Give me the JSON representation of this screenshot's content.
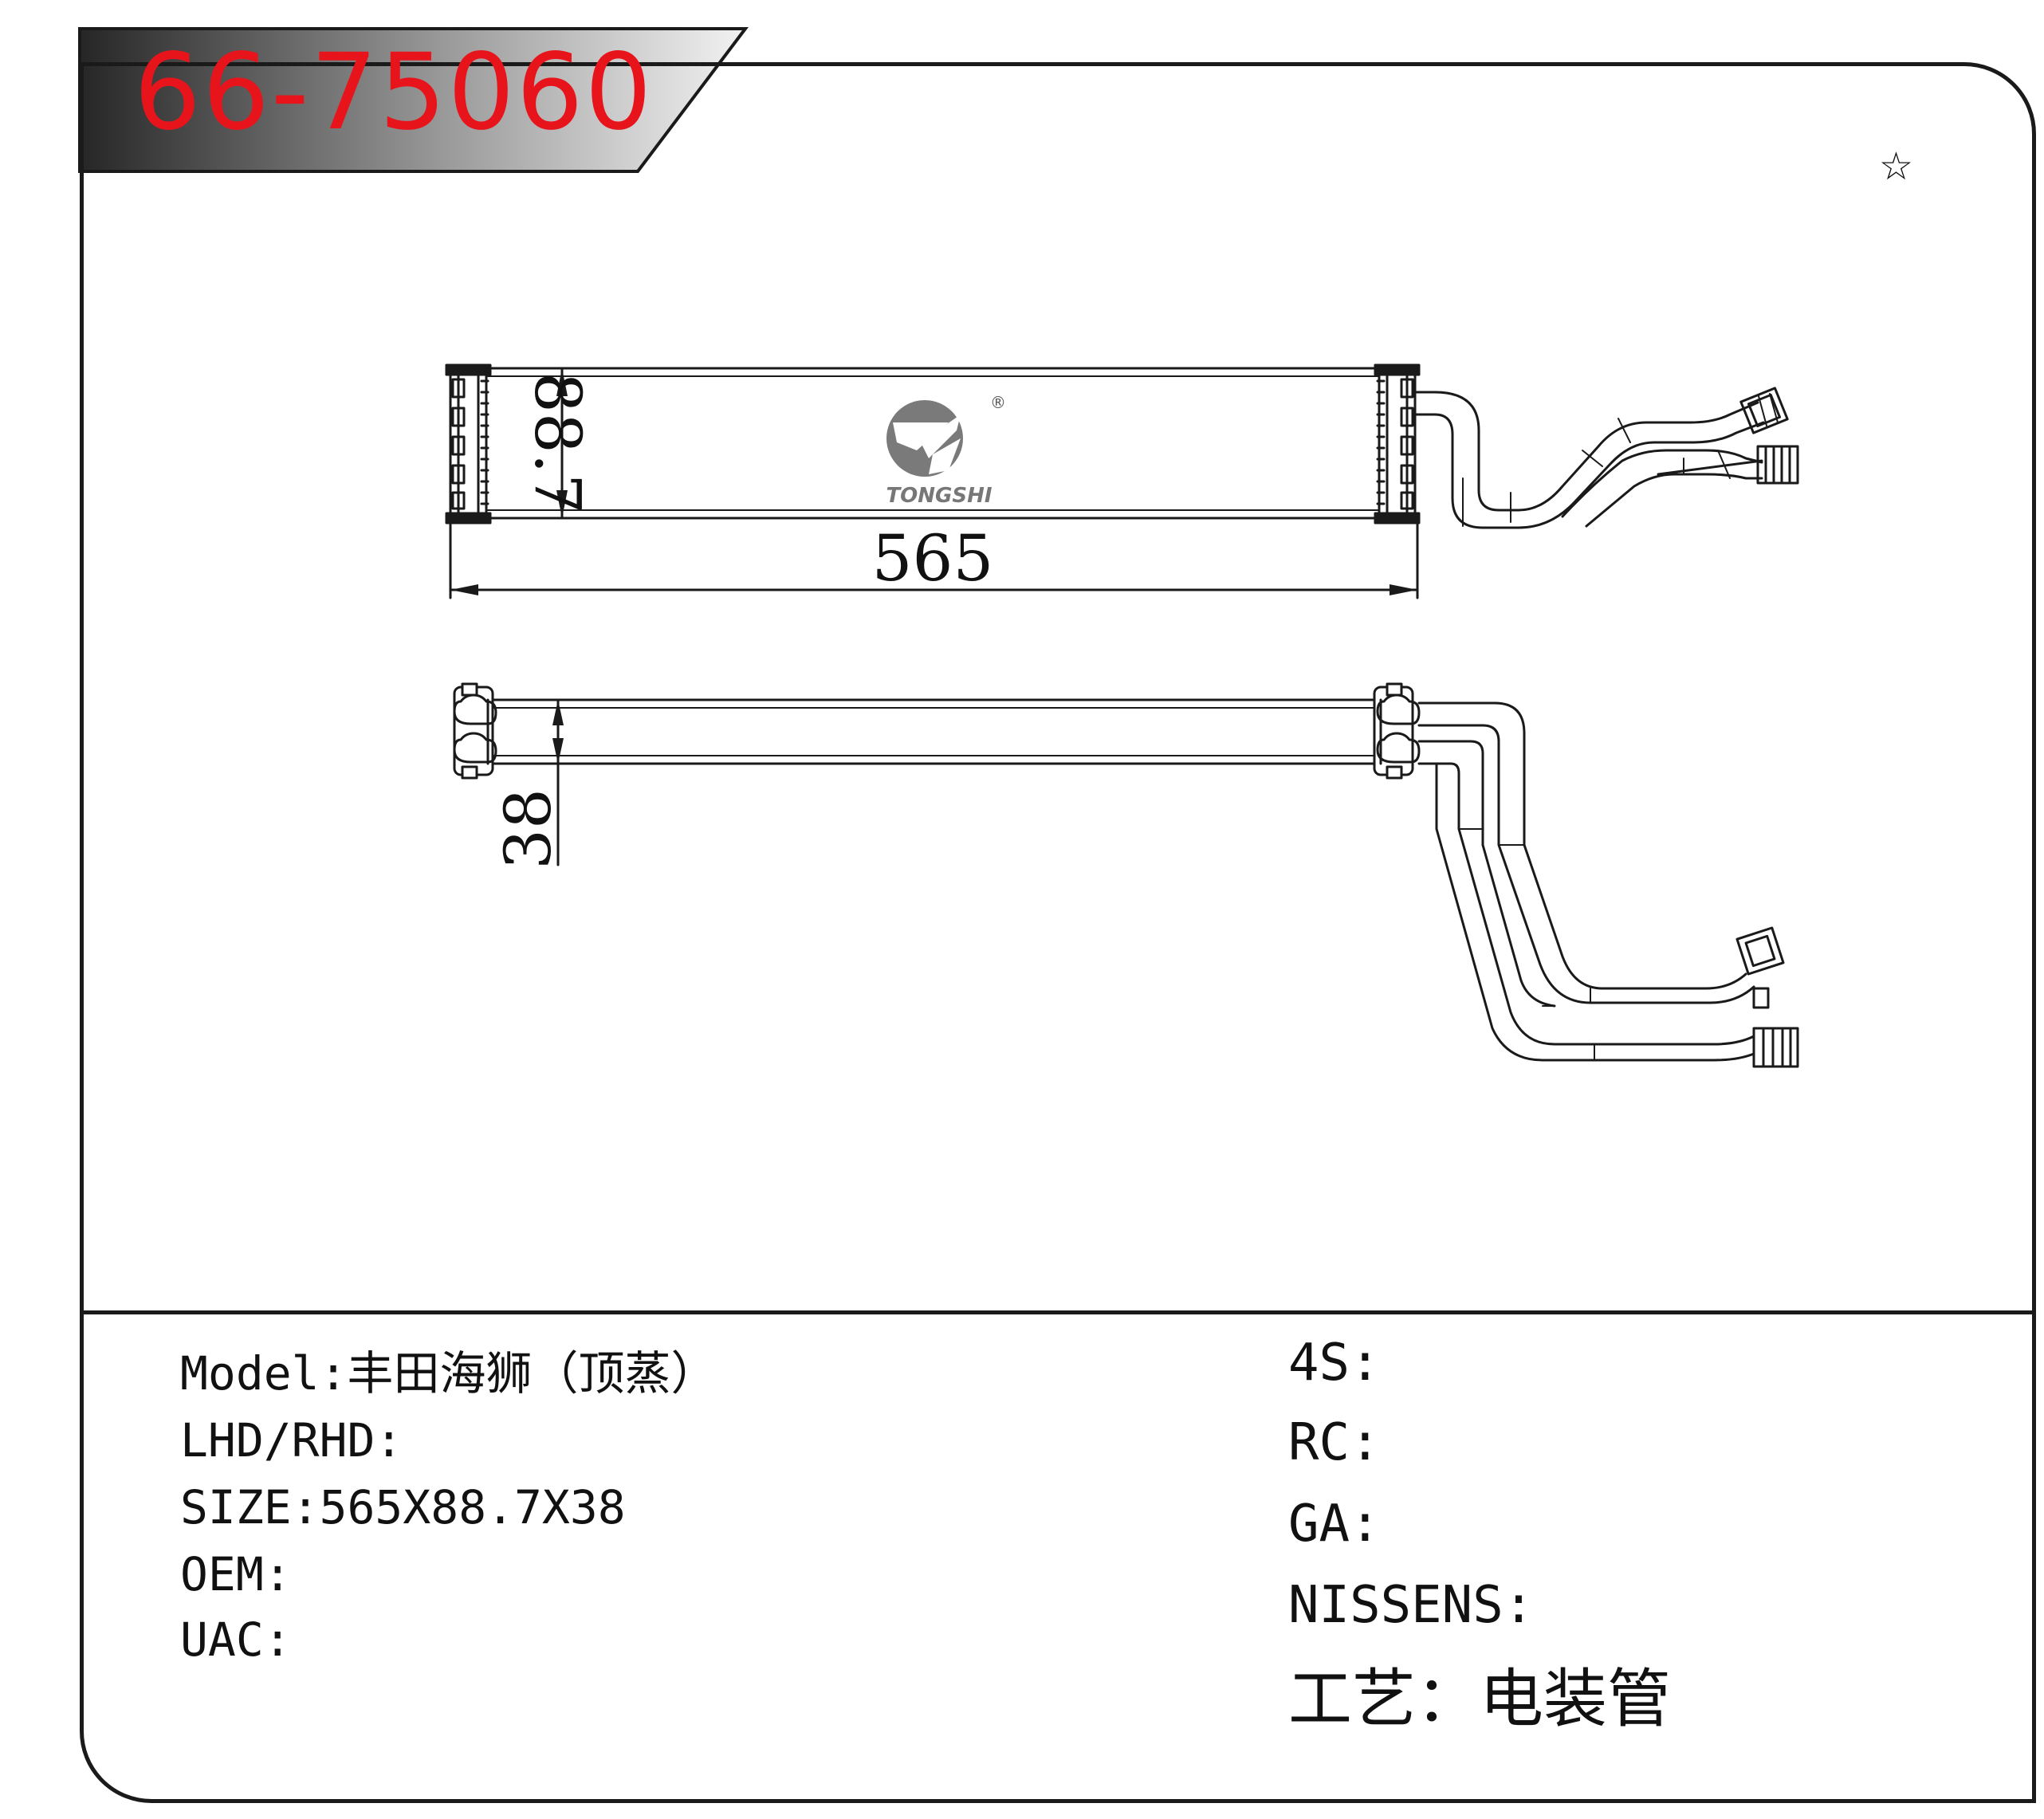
{
  "header": {
    "part_number": "66-75060",
    "star": "☆"
  },
  "drawing": {
    "brand": "TONGSHI",
    "registered": "®",
    "dim_length": "565",
    "dim_height": "88.7",
    "dim_depth": "38"
  },
  "info_left": {
    "model": "Model:丰田海狮（顶蒸）",
    "hand_drive": "LHD/RHD:",
    "size": "SIZE:565X88.7X38",
    "oem": "OEM:",
    "uac": "UAC:"
  },
  "info_right": {
    "four_s": "4S:",
    "rc": "RC:",
    "ga": "GA:",
    "nissens": "NISSENS:",
    "process": "工艺：电装管"
  },
  "colors": {
    "part_number": "#e8141b",
    "label_bg_start": "#2a2a2a",
    "label_bg_end": "#f0f0f0",
    "line": "#1a1a1a"
  }
}
